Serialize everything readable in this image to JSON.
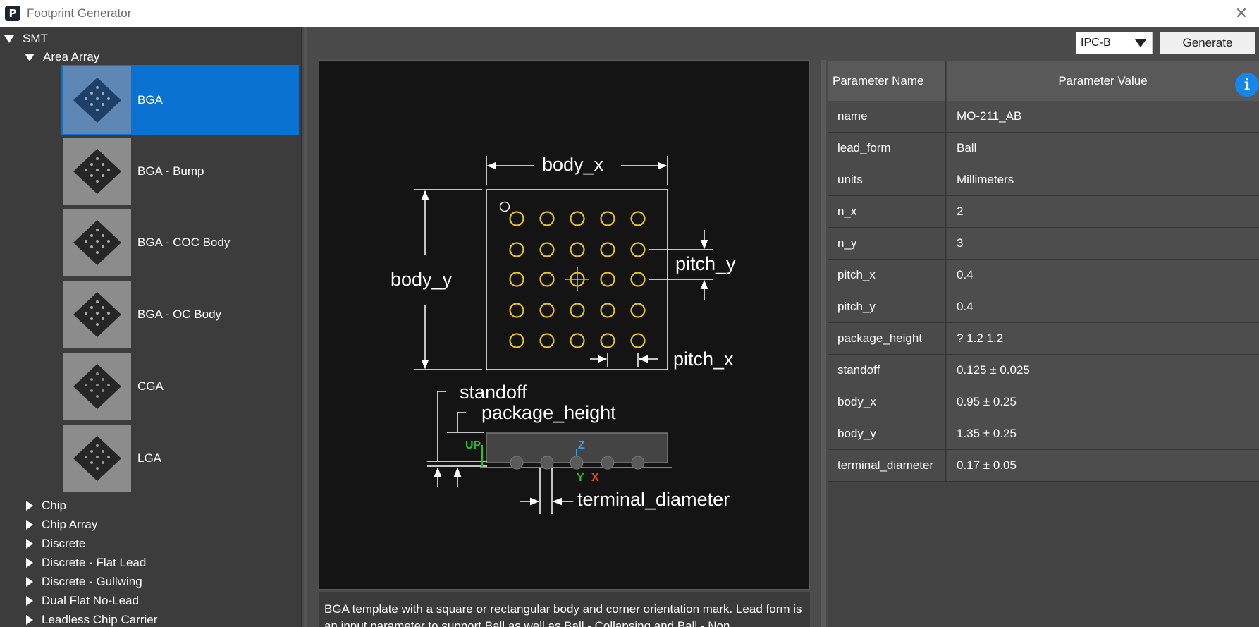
{
  "window": {
    "title": "Footprint Generator",
    "close_glyph": "✕"
  },
  "tree": {
    "root": "SMT",
    "group": "Area Array",
    "items": [
      {
        "label": "BGA",
        "selected": true
      },
      {
        "label": "BGA - Bump",
        "selected": false
      },
      {
        "label": "BGA - COC Body",
        "selected": false
      },
      {
        "label": "BGA - OC Body",
        "selected": false
      },
      {
        "label": "CGA",
        "selected": false
      },
      {
        "label": "LGA",
        "selected": false
      }
    ],
    "collapsed": [
      "Chip",
      "Chip Array",
      "Discrete",
      "Discrete - Flat Lead",
      "Discrete - Gullwing",
      "Dual Flat No-Lead",
      "Leadless Chip Carrier"
    ]
  },
  "toolbar": {
    "density": "IPC-B",
    "generate_label": "Generate"
  },
  "diagram": {
    "body_x": "body_x",
    "body_y": "body_y",
    "pitch_y": "pitch_y",
    "pitch_x": "pitch_x",
    "standoff": "standoff",
    "package_height": "package_height",
    "terminal_diameter": "terminal_diameter",
    "axis_up": "UP",
    "axis_z": "Z",
    "axis_y": "Y",
    "axis_x": "X",
    "colors": {
      "ball": "#e6c21a",
      "axis_up": "#22c322",
      "axis_z": "#3a9be8",
      "axis_x": "#e24a1a"
    }
  },
  "description": "BGA template with a square or rectangular body and corner orientation mark. Lead form is an input parameter to support Ball as well as Ball - Collapsing and Ball - Non",
  "table": {
    "header_name": "Parameter Name",
    "header_value": "Parameter Value",
    "info_glyph": "i",
    "rows": [
      {
        "name": "name",
        "value": "MO-211_AB"
      },
      {
        "name": "lead_form",
        "value": "Ball"
      },
      {
        "name": "units",
        "value": "Millimeters"
      },
      {
        "name": "n_x",
        "value": "2"
      },
      {
        "name": "n_y",
        "value": "3"
      },
      {
        "name": "pitch_x",
        "value": "0.4"
      },
      {
        "name": "pitch_y",
        "value": "0.4"
      },
      {
        "name": "package_height",
        "value": "? 1.2 1.2"
      },
      {
        "name": "standoff",
        "value": "0.125 ± 0.025"
      },
      {
        "name": "body_x",
        "value": "0.95 ± 0.25"
      },
      {
        "name": "body_y",
        "value": "1.35 ± 0.25"
      },
      {
        "name": "terminal_diameter",
        "value": "0.17 ± 0.05"
      }
    ]
  }
}
